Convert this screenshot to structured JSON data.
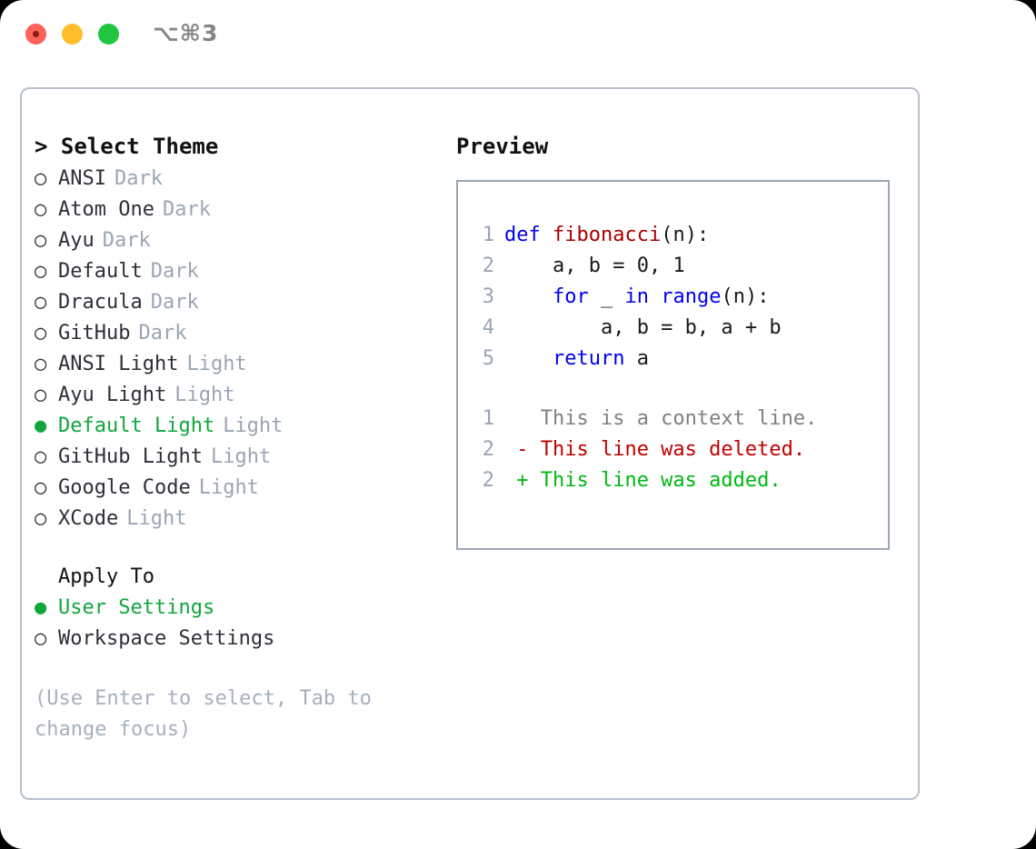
{
  "titlebar": {
    "traffic_lights": [
      "close",
      "minimize",
      "zoom"
    ],
    "shortcut": "⌥⌘3",
    "colors": {
      "close": "#ff6259",
      "minimize": "#ffbd2e",
      "zoom": "#22c53f"
    }
  },
  "colors": {
    "selected_green": "#11a63c",
    "muted_gray": "#9aa5b4",
    "hint_gray": "#a6b0bd",
    "keyword_blue": "#0000ee",
    "function_red": "#aa0000",
    "diff_delete_red": "#c00000",
    "diff_add_green": "#00b814",
    "card_border": "#b7c0cc",
    "preview_border": "#9aa5b4"
  },
  "theme_panel": {
    "title": "> Select Theme",
    "items": [
      {
        "marker": "○",
        "label": "ANSI",
        "tag": "Dark",
        "selected": false
      },
      {
        "marker": "○",
        "label": "Atom One",
        "tag": "Dark",
        "selected": false
      },
      {
        "marker": "○",
        "label": "Ayu",
        "tag": "Dark",
        "selected": false
      },
      {
        "marker": "○",
        "label": "Default",
        "tag": "Dark",
        "selected": false
      },
      {
        "marker": "○",
        "label": "Dracula",
        "tag": "Dark",
        "selected": false
      },
      {
        "marker": "○",
        "label": "GitHub",
        "tag": "Dark",
        "selected": false
      },
      {
        "marker": "○",
        "label": "ANSI Light",
        "tag": "Light",
        "selected": false
      },
      {
        "marker": "○",
        "label": "Ayu Light",
        "tag": "Light",
        "selected": false
      },
      {
        "marker": "●",
        "label": "Default Light",
        "tag": "Light",
        "selected": true
      },
      {
        "marker": "○",
        "label": "GitHub Light",
        "tag": "Light",
        "selected": false
      },
      {
        "marker": "○",
        "label": "Google Code",
        "tag": "Light",
        "selected": false
      },
      {
        "marker": "○",
        "label": "XCode",
        "tag": "Light",
        "selected": false
      }
    ]
  },
  "apply_to": {
    "title": "Apply To",
    "options": [
      {
        "marker": "●",
        "label": "User Settings",
        "selected": true
      },
      {
        "marker": "○",
        "label": "Workspace Settings",
        "selected": false
      }
    ]
  },
  "hint": "(Use Enter to select, Tab to change focus)",
  "preview": {
    "title": "Preview",
    "code_lines": [
      {
        "no": "1",
        "parts": [
          {
            "t": "def ",
            "c": "kw"
          },
          {
            "t": "fibonacci",
            "c": "fn"
          },
          {
            "t": "(n):",
            "c": "pl"
          }
        ]
      },
      {
        "no": "2",
        "parts": [
          {
            "t": "    a, b = 0, 1",
            "c": "pl"
          }
        ]
      },
      {
        "no": "3",
        "parts": [
          {
            "t": "    ",
            "c": "pl"
          },
          {
            "t": "for",
            "c": "kw"
          },
          {
            "t": " _ ",
            "c": "pl"
          },
          {
            "t": "in",
            "c": "kw"
          },
          {
            "t": " ",
            "c": "pl"
          },
          {
            "t": "range",
            "c": "kw"
          },
          {
            "t": "(n):",
            "c": "pl"
          }
        ]
      },
      {
        "no": "4",
        "parts": [
          {
            "t": "        a, b = b, a + b",
            "c": "pl"
          }
        ]
      },
      {
        "no": "5",
        "parts": [
          {
            "t": "    ",
            "c": "pl"
          },
          {
            "t": "return",
            "c": "kw"
          },
          {
            "t": " a",
            "c": "pl"
          }
        ]
      }
    ],
    "diff_lines": [
      {
        "no": "1",
        "parts": [
          {
            "t": "   This is a context line.",
            "c": "ctx"
          }
        ]
      },
      {
        "no": "2",
        "parts": [
          {
            "t": " - This line was deleted.",
            "c": "del"
          }
        ]
      },
      {
        "no": "2",
        "parts": [
          {
            "t": " + This line was added.",
            "c": "add"
          }
        ]
      }
    ]
  }
}
